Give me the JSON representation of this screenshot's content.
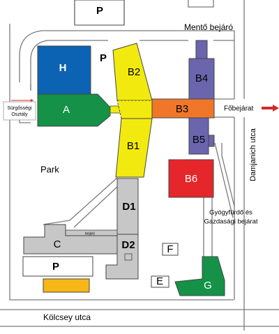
{
  "map": {
    "colors": {
      "H": "#0c63b4",
      "A": "#159247",
      "B_yellow": "#f2ea0e",
      "B3": "#f0772a",
      "B_purple": "#6a65ad",
      "B6": "#e5262a",
      "D": "#c7c7c7",
      "G": "#159247",
      "parking_yellow": "#f7b717",
      "arrow": "#d32a2a"
    },
    "labels": {
      "parking_top": "P",
      "parking_left": "P",
      "parking_main": "P",
      "H": "H",
      "A": "A",
      "B1": "B1",
      "B2": "B2",
      "B3": "B3",
      "B4": "B4",
      "B5": "B5",
      "B6": "B6",
      "C": "C",
      "D1": "D1",
      "D2": "D2",
      "E": "E",
      "F": "F",
      "G": "G",
      "park": "Park",
      "bejaro": "bejáró",
      "emergency_line1": "Sürgősségi",
      "emergency_line2": "Osztály",
      "ambulance_entrance": "Mentő bejáró",
      "main_entrance": "Főbejárat",
      "street_right": "Damjanich utca",
      "street_bottom": "Kölcsey utca",
      "spa_line1": "Gyógyfürdő és",
      "spa_line2": "Gazdasági bejárat"
    }
  }
}
